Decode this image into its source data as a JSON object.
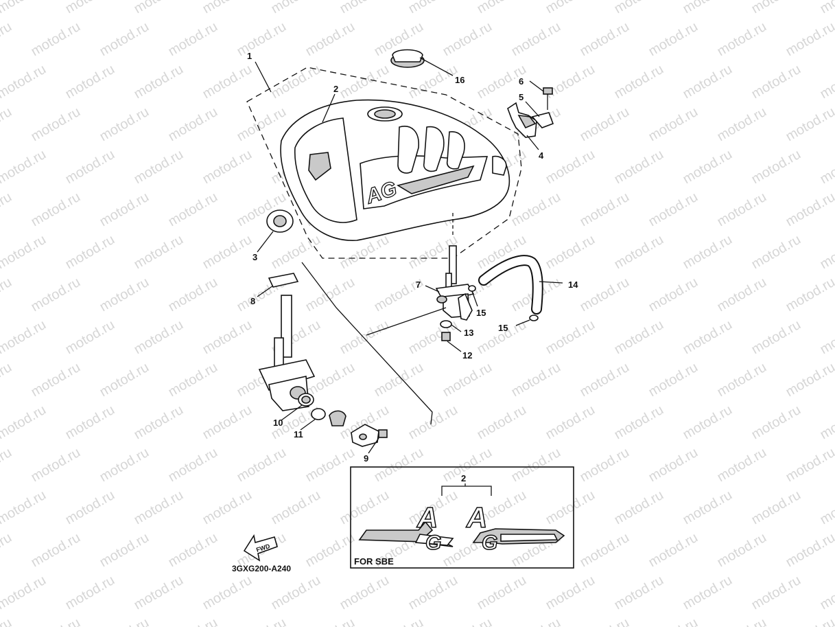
{
  "diagram": {
    "drawing_code": "3GXG200-A240",
    "watermark": "motod.ru",
    "fwd_label": "FWD",
    "inset": {
      "label": "FOR SBE",
      "part_number": "2"
    },
    "callouts": [
      {
        "id": "c1",
        "label": "1"
      },
      {
        "id": "c2",
        "label": "2"
      },
      {
        "id": "c3",
        "label": "3"
      },
      {
        "id": "c4",
        "label": "4"
      },
      {
        "id": "c5",
        "label": "5"
      },
      {
        "id": "c6",
        "label": "6"
      },
      {
        "id": "c7",
        "label": "7"
      },
      {
        "id": "c8",
        "label": "8"
      },
      {
        "id": "c9",
        "label": "9"
      },
      {
        "id": "c10",
        "label": "10"
      },
      {
        "id": "c11",
        "label": "11"
      },
      {
        "id": "c12",
        "label": "12"
      },
      {
        "id": "c13",
        "label": "13"
      },
      {
        "id": "c14",
        "label": "14"
      },
      {
        "id": "c15a",
        "label": "15"
      },
      {
        "id": "c15b",
        "label": "15"
      },
      {
        "id": "c16",
        "label": "16"
      }
    ]
  }
}
